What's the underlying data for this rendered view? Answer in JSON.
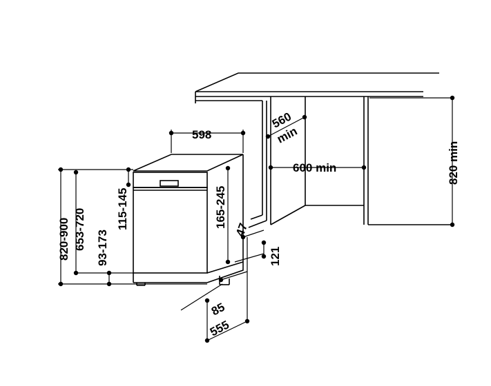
{
  "dimensions": {
    "width_598": "598",
    "niche_560_line1": "560",
    "niche_560_line2": "min",
    "niche_width": "600 min",
    "niche_height": "820 min",
    "total_height": "820-900",
    "body_height": "653-720",
    "foot_height": "93-173",
    "top_gap": "115-145",
    "depth_range": "165-245",
    "plinth_47": "47",
    "plinth_121": "121",
    "plinth_85": "85",
    "depth_555": "555"
  },
  "colors": {
    "line": "#000000",
    "background": "#ffffff"
  }
}
